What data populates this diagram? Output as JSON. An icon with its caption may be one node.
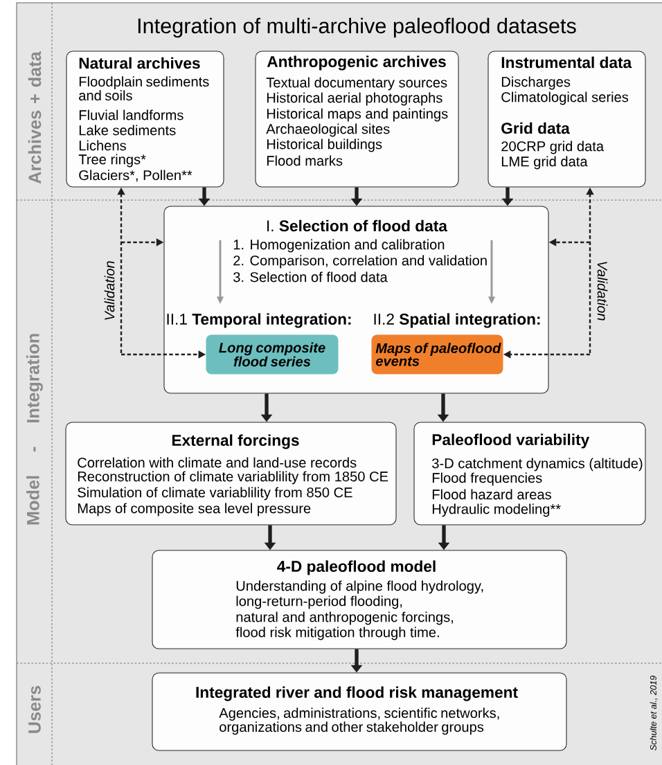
{
  "diagram": {
    "title": "Integration of multi-archive paleoflood datasets",
    "nodes": [
      {
        "text": [
          "Natural archives",
          "Floodplain sediments and soils",
          "Fluvial landforms",
          "Lake sediments",
          "Lichens",
          "Tree rings*",
          "Glaciers*, Pollen**"
        ]
      },
      {
        "text": [
          "Anthropogenic archives",
          "Textual documentary sources",
          "Historical aerial photographs",
          "Historical maps and paintings",
          "Archaeological sites",
          "Historical buildings",
          "Flood marks"
        ]
      },
      {
        "text": [
          "Instrumental data",
          "Discharges",
          "Climatological series",
          "Grid data",
          "20CRP grid data",
          "LME grid data"
        ]
      },
      {
        "text": [
          "I. **Selection of flood data**",
          "1. Homogenization and calibration",
          "2. Comparison, correlation and validation",
          "3. Selection of flood data"
        ]
      },
      {
        "text": [
          "II.1 **Temporal integration:**"
        ],
        "in": 3
      },
      {
        "text": [
          "Long composite flood series"
        ],
        "in": 3
      },
      {
        "text": [
          "II.2 **Spatial integration:**"
        ],
        "in": 3
      },
      {
        "text": [
          "Maps of paleoflood events"
        ],
        "in": 3
      },
      {
        "text": [
          "External forcings",
          "Correlation with climate and land-use records",
          "Reconstruction of climate variablility from 1850 CE",
          "Simulation of climate variablility from 850 CE",
          "Maps of composite sea level pressure"
        ]
      },
      {
        "text": [
          "Paleoflood variability",
          "3-D catchment dynamics (altitude)",
          "Flood frequencies",
          "Flood hazard areas",
          "Hydraulic modeling**"
        ]
      },
      {
        "text": [
          "4-D paleoflood model",
          "Understanding of alpine flood hydrology,",
          "long-return-period flooding,",
          "natural and anthropogenic forcings,",
          "flood risk mitigation through time."
        ]
      },
      {
        "text": [
          "Integrated river and flood risk management",
          "Agencies, administrations, scientific networks, organizations and other stakeholder groups"
        ]
      }
    ],
    "edges": [
      {
        "from": 0,
        "to": 3,
        "arrow": "to",
        "style": "thick"
      },
      {
        "from": 1,
        "to": 3,
        "arrow": "to",
        "style": "thick"
      },
      {
        "from": 2,
        "to": 3,
        "arrow": "to",
        "style": "thick"
      },
      {
        "from": null,
        "to": 0,
        "arrow": "to",
        "style": "dashed",
        "label": "Validation"
      },
      {
        "from": null,
        "to": 3,
        "arrow": "to",
        "style": "dashed"
      },
      {
        "from": null,
        "to": 5,
        "arrow": "to",
        "style": "dashed"
      },
      {
        "from": null,
        "to": 2,
        "arrow": "to",
        "style": "dashed",
        "label": "Validation"
      },
      {
        "from": null,
        "to": 3,
        "arrow": "to",
        "style": "dashed"
      },
      {
        "from": null,
        "to": 7,
        "arrow": "to",
        "style": "dashed"
      },
      {
        "from": null,
        "to": 4,
        "arrow": "to",
        "color": "#999999"
      },
      {
        "from": null,
        "to": 6,
        "arrow": "to",
        "color": "#999999"
      },
      {
        "from": 3,
        "to": 8,
        "arrow": "to",
        "style": "thick"
      },
      {
        "from": 3,
        "to": 9,
        "arrow": "to",
        "style": "thick"
      },
      {
        "from": 8,
        "to": 10,
        "arrow": "to",
        "style": "thick"
      },
      {
        "from": 9,
        "to": 10,
        "arrow": "to",
        "style": "thick"
      },
      {
        "from": 10,
        "to": 11,
        "arrow": "to",
        "style": "thick"
      }
    ],
    "labels": [
      "Archives + data",
      "Model - Integration",
      "Users",
      "Schulte et al., 2019"
    ]
  }
}
